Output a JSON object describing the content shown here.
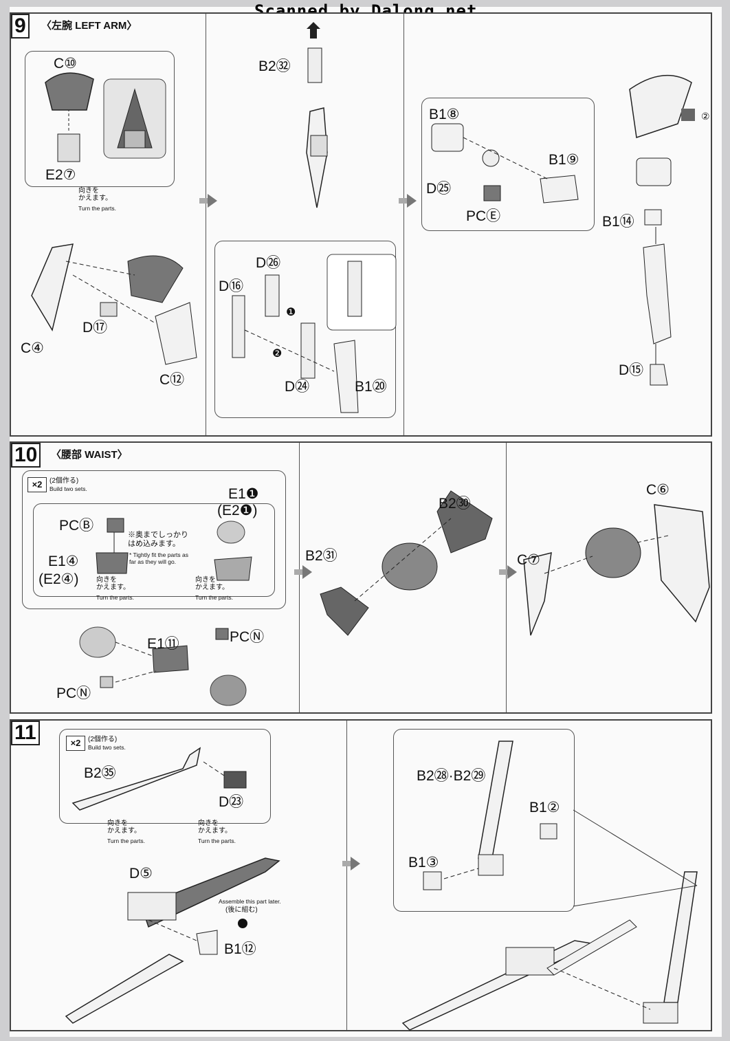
{
  "watermark": "Scanned by Dalong.net",
  "step9": {
    "number": "9",
    "title": "〈左腕 LEFT ARM〉",
    "labels": {
      "c10": "C⑩",
      "e27": "E2⑦",
      "c4": "C④",
      "d17": "D⑰",
      "c12": "C⑫",
      "b232": "B2㉜",
      "d26": "D㉖",
      "d16": "D⑯",
      "d24": "D㉔",
      "b120": "B1⑳",
      "b18": "B1⑧",
      "d25": "D㉕",
      "pce": "PCⒺ",
      "b19": "B1⑨",
      "b114": "B1⑭",
      "d15": "D⑮"
    },
    "turn_jp": "向きを\nかえます。",
    "turn_en": "Turn the parts.",
    "order1": "❶",
    "order2": "❷",
    "sticker": "②"
  },
  "step10": {
    "number": "10",
    "title": "〈腰部 WAIST〉",
    "x2": "×2",
    "make_two_jp": "(2個作る)",
    "make_two_en": "Build two sets.",
    "labels": {
      "pcb": "PCⒷ",
      "e14": "E1④",
      "e24": "(E2④)",
      "e11": "E1❶",
      "e21": "(E2❶)",
      "e111": "E1⑪",
      "pcn1": "PCⓃ",
      "pcn2": "PCⓃ",
      "b230": "B2㉚",
      "b231": "B2㉛",
      "c6": "C⑥",
      "c7": "C⑦"
    },
    "tight_jp": "※奥までしっかり\nはめ込みます。",
    "tight_en": "* Tightly fit the parts as\nfar as they will go.",
    "turn_jp": "向きを\nかえます。",
    "turn_en": "Turn the parts."
  },
  "step11": {
    "number": "11",
    "x2": "×2",
    "make_two_jp": "(2個作る)",
    "make_two_en": "Build two sets.",
    "labels": {
      "b235": "B2㉟",
      "d23": "D㉓",
      "d5": "D⑤",
      "b112": "B1⑫",
      "b228": "B2㉘·B2㉙",
      "b12": "B1②",
      "b13": "B1③"
    },
    "turn_jp": "向きを\nかえます。",
    "turn_en": "Turn the parts.",
    "later_en": "Assemble this part later.",
    "later_jp": "(後に組む)"
  }
}
